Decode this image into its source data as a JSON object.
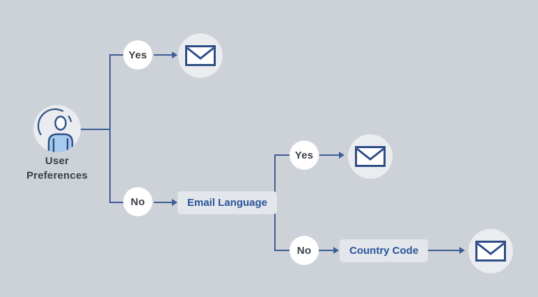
{
  "root": {
    "label": "User Preferences"
  },
  "level1": {
    "yes_label": "Yes",
    "no_label": "No"
  },
  "email_language_node": {
    "label": "Email Language",
    "yes_label": "Yes",
    "no_label": "No"
  },
  "country_code_node": {
    "label": "Country Code"
  },
  "icons": {
    "root": "person-in-circle-icon",
    "result": "envelope-email-icon"
  },
  "colors": {
    "background": "#cdd1d8",
    "line": "#3d5d95",
    "node_text": "#3b4046",
    "box_text": "#2a549b",
    "box_fill": "#e3e6ea",
    "circle_fill": "#ffffff",
    "envelope_circle_fill": "#eaecef",
    "icon_stroke": "#2d4d85",
    "person_fill": "#a7cbee"
  }
}
